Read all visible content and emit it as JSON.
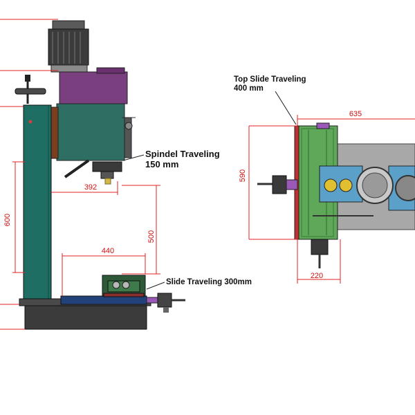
{
  "colors": {
    "dimension": "#e02020",
    "column": "#1f6e63",
    "motor_head": "#7a3f7e",
    "base": "#3b3b3b",
    "table": "#22427a",
    "top_slide": "#5fa85a",
    "crank": "#9a58b8"
  },
  "annotations": {
    "spindle_travel_1": "Spindel Traveling",
    "spindle_travel_2": "150 mm",
    "slide_travel": "Slide Traveling 300mm",
    "top_slide_1": "Top Slide Traveling",
    "top_slide_2": "400 mm"
  },
  "dimensions": {
    "throat": "392",
    "column_height": "600",
    "spindle_to_table": "500",
    "table_length": "440",
    "top_width": "635",
    "top_depth": "590",
    "slide_width": "220"
  }
}
